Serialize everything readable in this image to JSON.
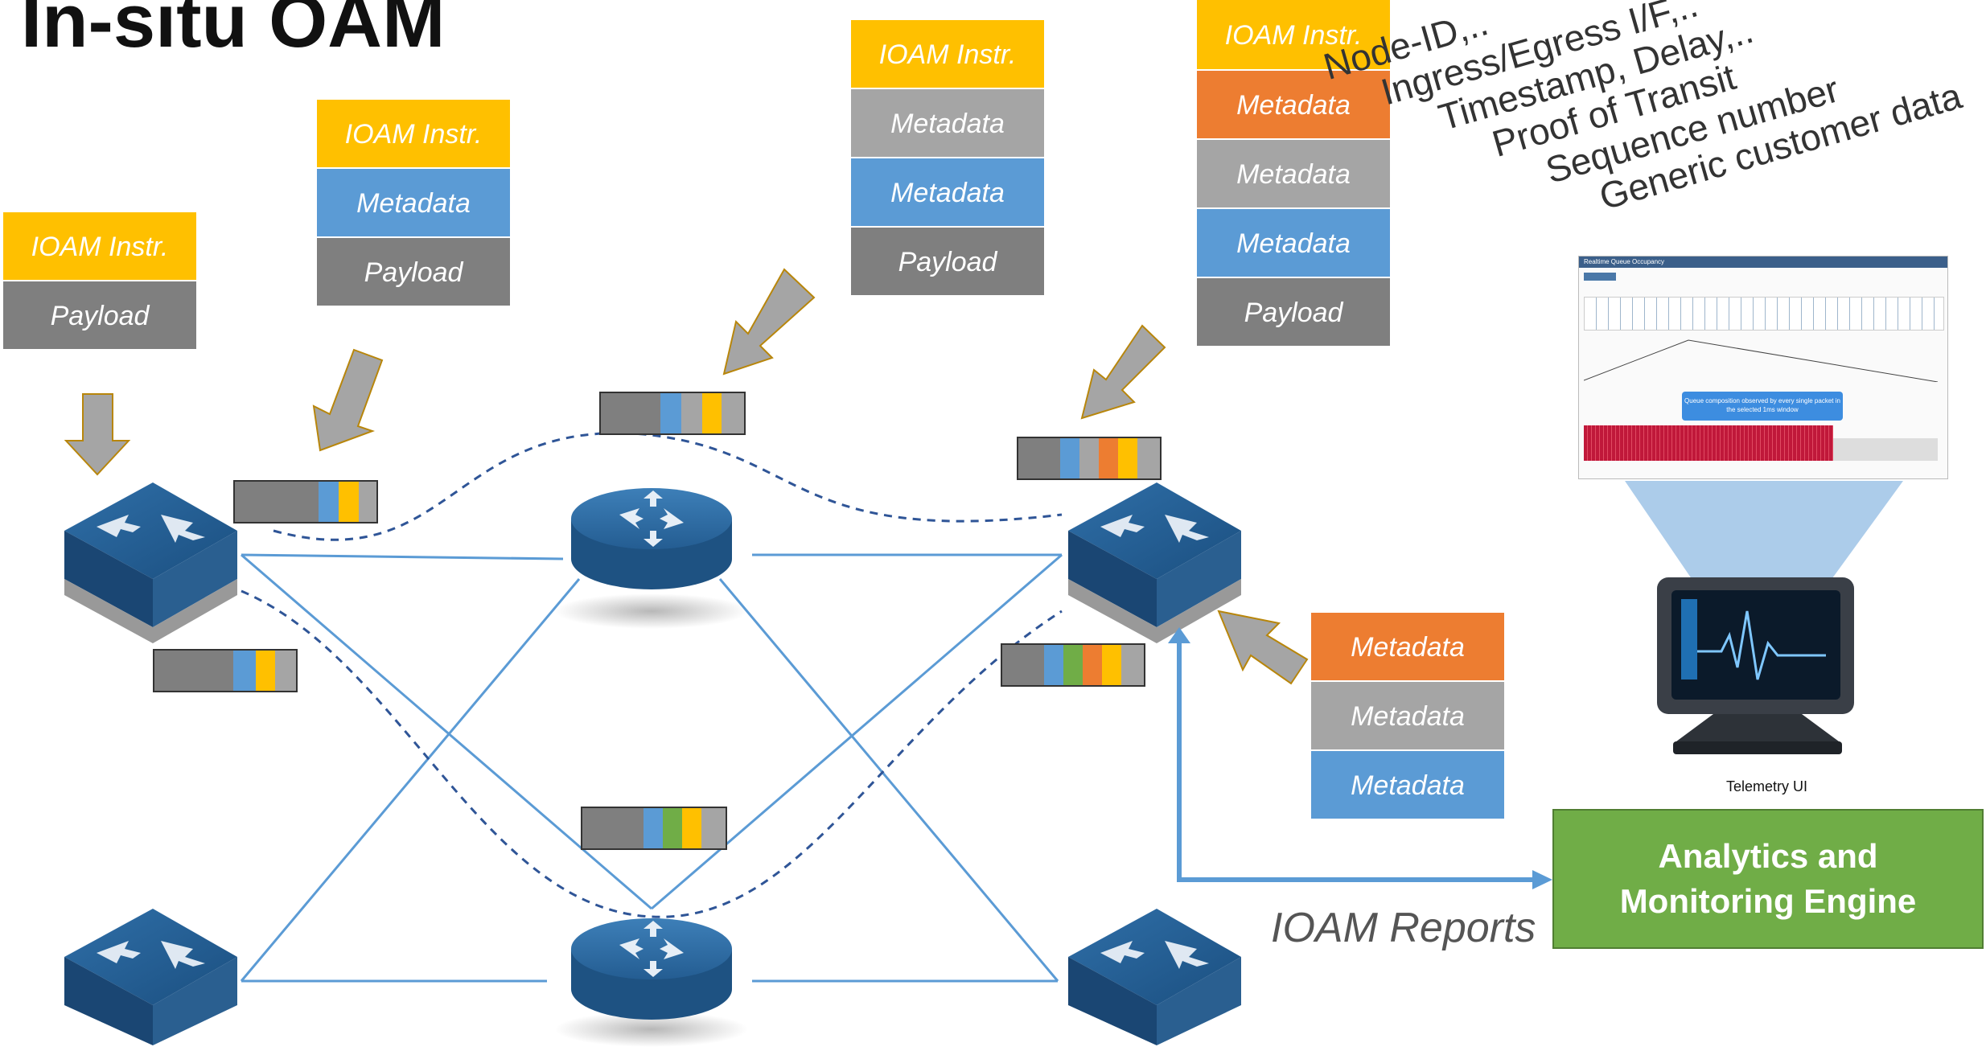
{
  "title": "In-situ OAM",
  "labels": {
    "ioam_instr": "IOAM Instr.",
    "metadata": "Metadata",
    "payload": "Payload"
  },
  "slanted_list": [
    "Node-ID,..",
    "Ingress/Egress I/F,..",
    "Timestamp, Delay,..",
    "Proof of Transit",
    "Sequence number",
    "Generic customer data"
  ],
  "engine": {
    "line1": "Analytics and",
    "line2": "Monitoring Engine"
  },
  "reports_label": "IOAM Reports",
  "telemetry_label": "Telemetry UI",
  "screenshot": {
    "header": "Realtime Queue Occupancy",
    "chip": "Queue composition observed by every single packet in the selected 1ms window"
  },
  "colors": {
    "instr": "#FFC000",
    "blue": "#5B9BD5",
    "gray": "#A5A5A5",
    "payload": "#7F7F7F",
    "orange": "#ED7D31",
    "green": "#70AD47",
    "line": "#5B9BD5",
    "arrow": "#A5A5A5",
    "arrow_border": "#B8860B"
  }
}
